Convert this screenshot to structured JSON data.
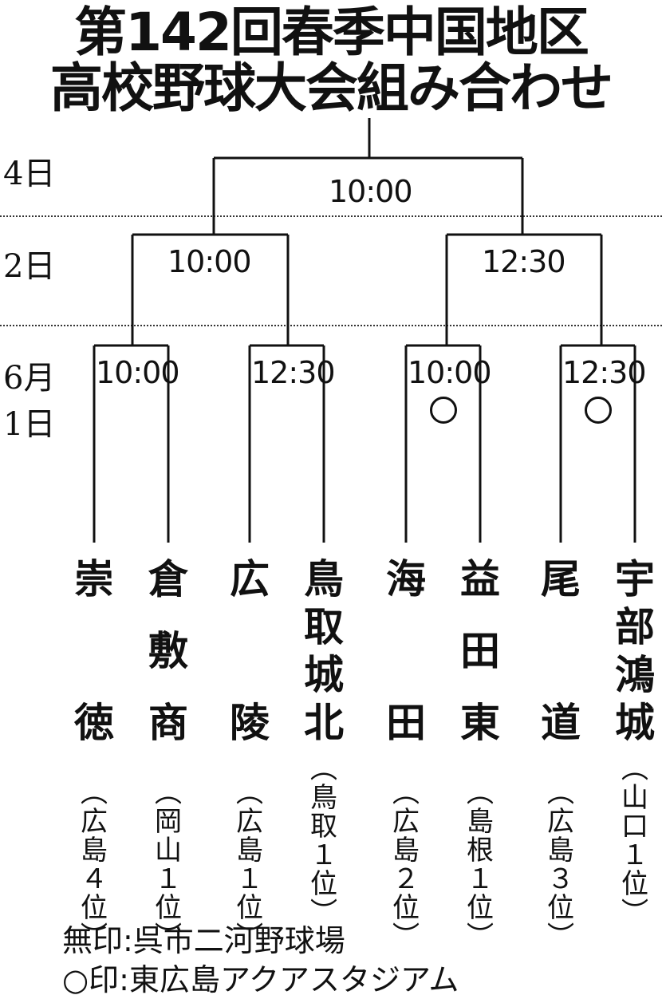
{
  "title": {
    "line1": "第142回春季中国地区",
    "line2": "高校野球大会組み合わせ"
  },
  "days": {
    "final": "4日",
    "semifinal": "2日",
    "first_round_month": "6月",
    "first_round_day": "1日"
  },
  "final_time": "10:00",
  "semifinal_times": [
    "10:00",
    "12:30"
  ],
  "first_round_times": [
    "10:00",
    "12:30",
    "10:00",
    "12:30"
  ],
  "first_round_venue_marks": [
    "",
    "",
    "○",
    "○"
  ],
  "teams": [
    {
      "name": [
        "崇",
        "",
        "徳"
      ],
      "pref": "（広島４位）"
    },
    {
      "name": [
        "倉",
        "敷",
        "商"
      ],
      "pref": "（岡山１位）"
    },
    {
      "name": [
        "広",
        "",
        "陵"
      ],
      "pref": "（広島１位）"
    },
    {
      "name": [
        "鳥",
        "取",
        "城",
        "北"
      ],
      "pref": "（鳥取１位）"
    },
    {
      "name": [
        "海",
        "",
        "田"
      ],
      "pref": "（広島２位）"
    },
    {
      "name": [
        "益",
        "田",
        "東"
      ],
      "pref": "（島根１位）"
    },
    {
      "name": [
        "尾",
        "",
        "道"
      ],
      "pref": "（広島３位）"
    },
    {
      "name": [
        "宇",
        "部",
        "鴻",
        "城"
      ],
      "pref": "（山口１位）"
    }
  ],
  "legend": {
    "line1": "無印:呉市二河野球場",
    "line2": "○印:東広島アクアスタジアム"
  }
}
